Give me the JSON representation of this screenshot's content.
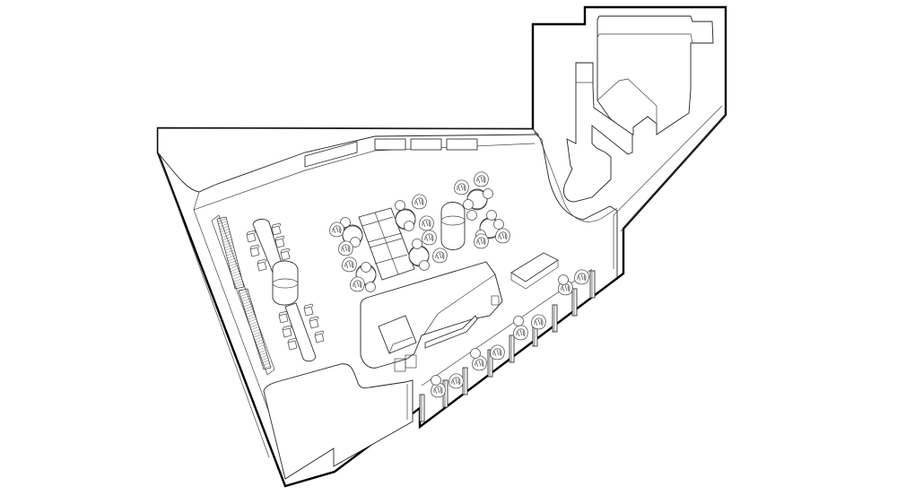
{
  "diagram": {
    "type": "axonometric floor plan",
    "description": "Isometric line drawing of an irregular-shaped lounge / café interior with perimeter walls, booth seating, conference tables, lounge clusters and a central service counter",
    "colors": {
      "background": "#ffffff",
      "outline": "#000000",
      "lines": "#333333"
    },
    "zones": [
      {
        "id": "north-wall",
        "label": "North perimeter wall with 4 window openings",
        "windows": 4
      },
      {
        "id": "northeast-wing",
        "label": "North-east wing with L-shaped counters / kitchen block"
      },
      {
        "id": "west-conference",
        "label": "Conference area: 2 long tables, 12 chairs, cylindrical column"
      },
      {
        "id": "west-shelving",
        "label": "Hatched shelving along west wall",
        "units": 2
      },
      {
        "id": "lounge-west",
        "label": "Lounge cluster: twin sofas with armchairs and side tables"
      },
      {
        "id": "lounge-east",
        "label": "Lounge cluster: round tables with shell chairs around cylindrical column"
      },
      {
        "id": "service-counter",
        "label": "Central service counter with sunken square opening"
      },
      {
        "id": "bench",
        "label": "Freestanding bench near east window"
      },
      {
        "id": "window-booths",
        "label": "Booth seating along south-east glazed wall",
        "booths": 7
      },
      {
        "id": "southwest-platform",
        "label": "Raised platform at south-west corner"
      }
    ]
  }
}
